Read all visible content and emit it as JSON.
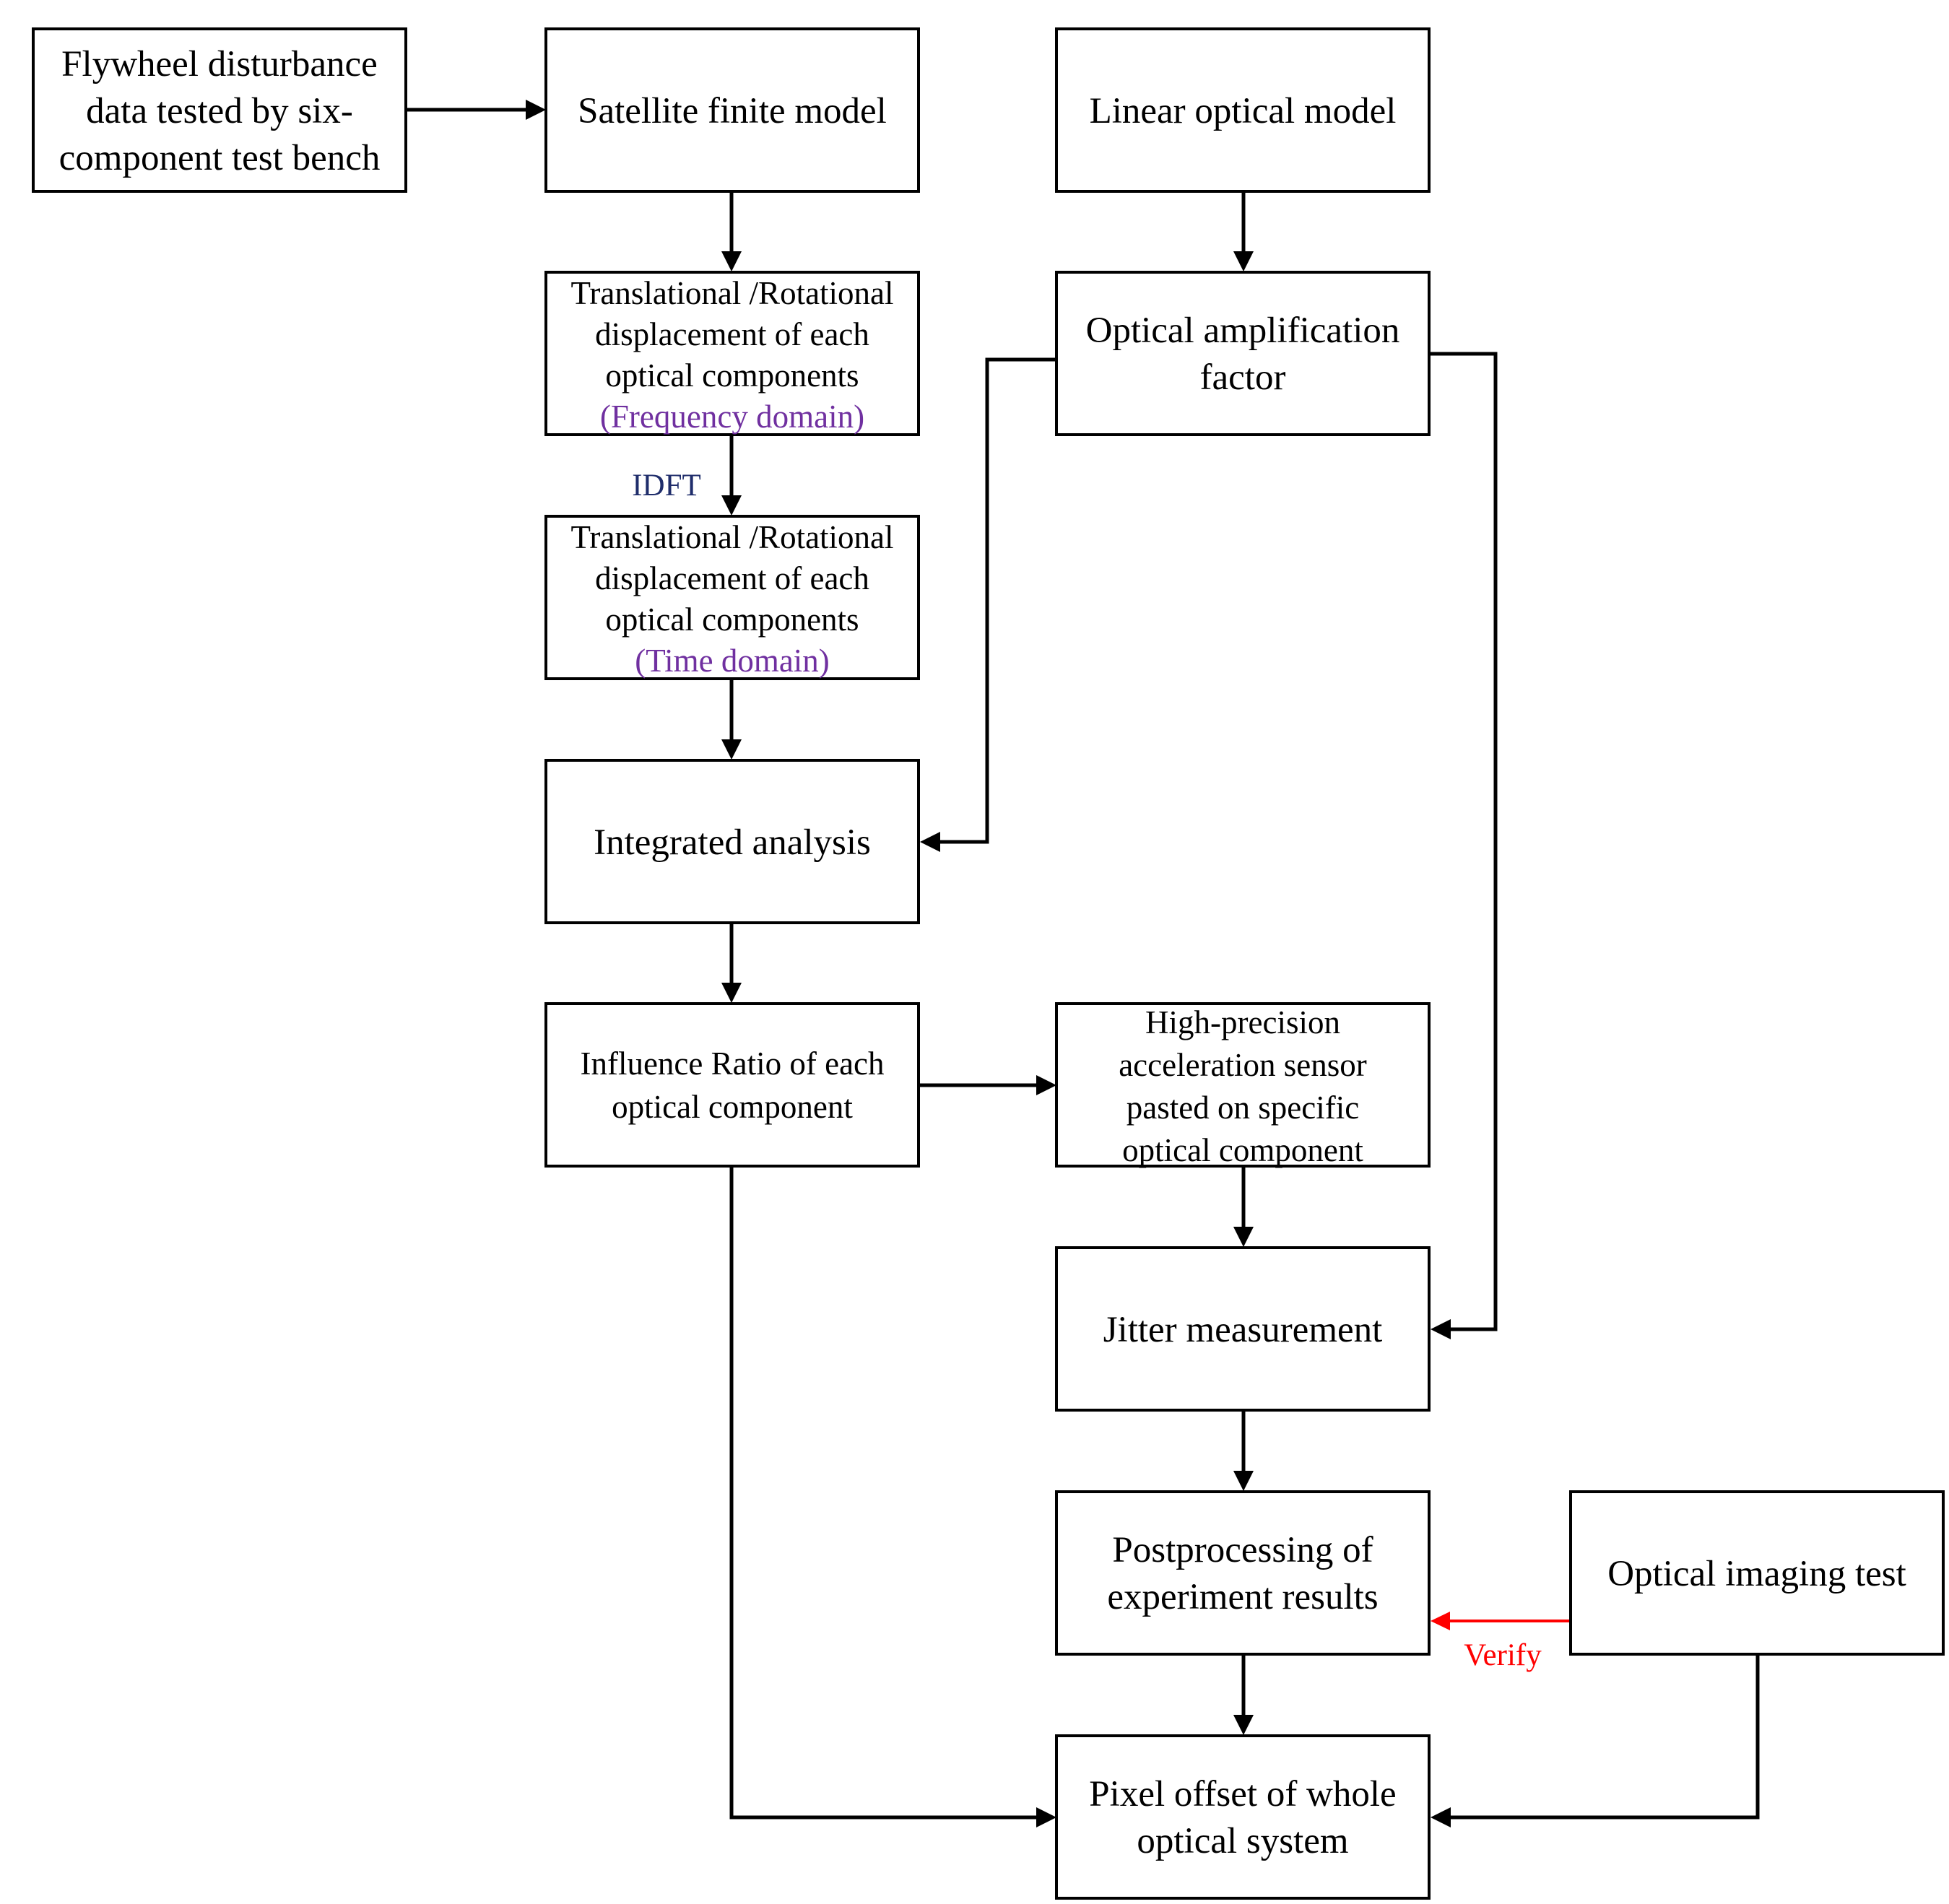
{
  "nodes": {
    "flywheel": {
      "lines": [
        "Flywheel disturbance",
        "data tested by six-",
        "component test bench"
      ]
    },
    "satellite": {
      "lines": [
        "Satellite finite model"
      ]
    },
    "linear_optical": {
      "lines": [
        "Linear optical model"
      ]
    },
    "displacement_freq": {
      "lines": [
        "Translational /Rotational",
        "displacement of each",
        "optical components"
      ],
      "note": "(Frequency domain)"
    },
    "optical_amp": {
      "lines": [
        "Optical amplification",
        "factor"
      ]
    },
    "displacement_time": {
      "lines": [
        "Translational /Rotational",
        "displacement of each",
        "optical components"
      ],
      "note": "(Time domain)"
    },
    "integrated": {
      "lines": [
        "Integrated analysis"
      ]
    },
    "influence": {
      "lines": [
        "Influence Ratio of each",
        "optical component"
      ]
    },
    "sensor": {
      "lines": [
        "High-precision",
        "acceleration sensor",
        "pasted on specific",
        "optical component"
      ]
    },
    "jitter": {
      "lines": [
        "Jitter measurement"
      ]
    },
    "postprocessing": {
      "lines": [
        "Postprocessing of",
        "experiment results"
      ]
    },
    "imaging_test": {
      "lines": [
        "Optical imaging test"
      ]
    },
    "pixel_offset": {
      "lines": [
        "Pixel offset of whole",
        "optical system"
      ]
    }
  },
  "edge_labels": {
    "idft": "IDFT",
    "verify": "Verify"
  },
  "colors": {
    "note": "#7030a0",
    "idft": "#1f2d6b",
    "verify": "#ff0000",
    "stroke": "#000000"
  }
}
